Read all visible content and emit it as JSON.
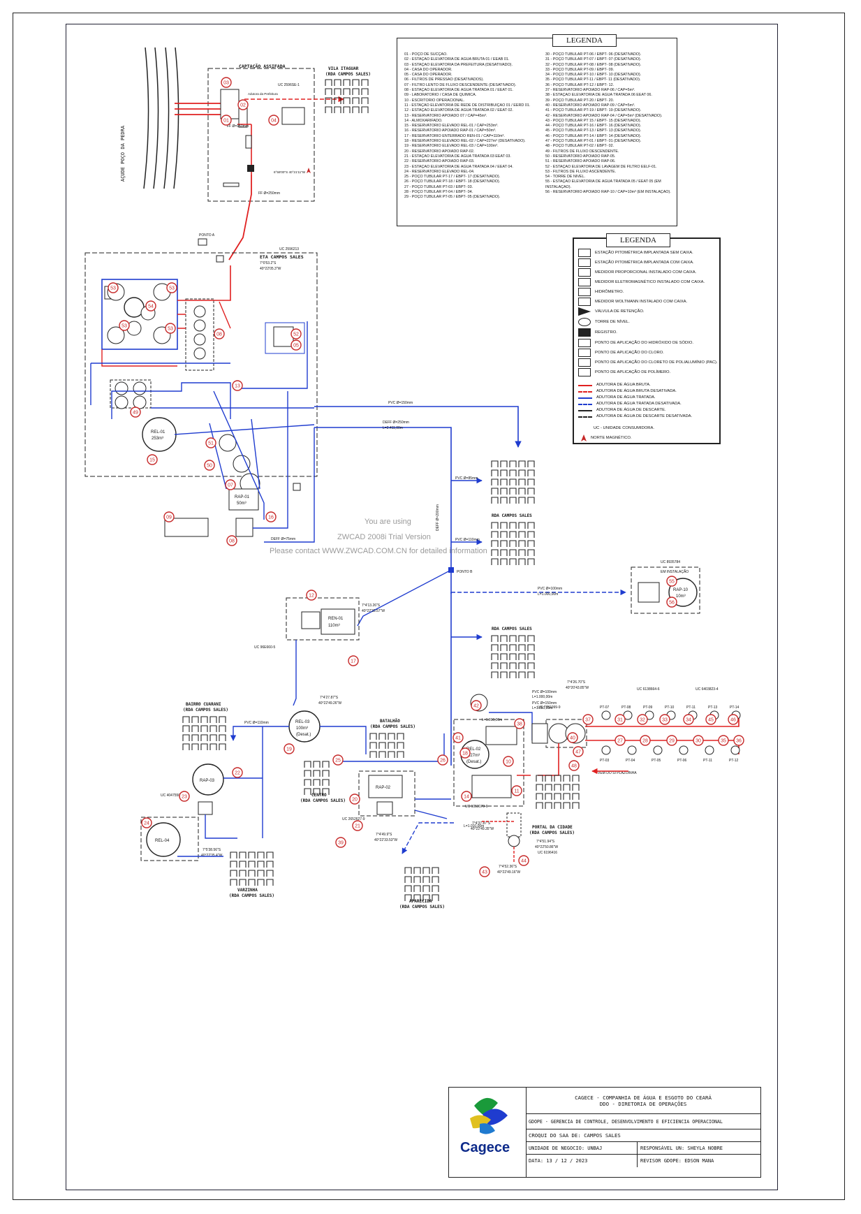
{
  "legend_numbered": {
    "title": "LEGENDA",
    "left_column": [
      "01 - POÇO DE SUCÇÃO.",
      "02 - ESTAÇÃO ELEVATÓRIA DE ÁGUA BRUTA 01 / EEAB 01.",
      "03 - ESTAÇÃO ELEVATÓRIA DA PREFEITURA (DESATIVADO).",
      "04 - CASA DO OPERADOR.",
      "05 - CASA DO OPERADOR.",
      "06 - FILTROS DE PRESSÃO (DESATIVADOS).",
      "07 - FILTRO LENTO DE FLUXO DESCENDENTE (DESATIVADO).",
      "08 - ESTAÇÃO ELEVATÓRIA DE ÁGUA TRATADA 01 / EEAT 01.",
      "09 - LABORATÓRIO / CASA DE QUÍMICA.",
      "10 - ESCRITÓRIO OPERACIONAL.",
      "11 - ESTAÇÃO ELEVATÓRIA DE REDE DE DISTRIBUIÇÃO 01 / EERD 01.",
      "12 - ESTAÇÃO ELEVATÓRIA DE ÁGUA TRATADA 02 / EEAT 02.",
      "13 - RESERVATÓRIO APOIADO 07 / CAP=45m³.",
      "14 - ALMOXARIFADO.",
      "15 - RESERVATÓRIO ELEVADO REL-01 / CAP=253m³.",
      "16 - RESERVATÓRIO APOIADO RAP-01 / CAP=50m³.",
      "17 - RESERVATÓRIO ENTERRADO REN-01 / CAP=110m³.",
      "18 - RESERVATÓRIO ELEVADO REL-02 / CAP=227m³ (DESATIVADO).",
      "19 - RESERVATÓRIO ELEVADO REL-03 / CAP=100m³.",
      "20 - RESERVATÓRIO APOIADO RAP-02.",
      "21 - ESTAÇÃO ELEVATÓRIA DE ÁGUA TRATADA 03 EEAT 03.",
      "22 - RESERVATÓRIO APOIADO RAP-03.",
      "23 - ESTAÇÃO ELEVATÓRIA DE ÁGUA TRATADA 04 / EEAT 04.",
      "24 - RESERVATÓRIO ELEVADO REL-04.",
      "25 - POÇO TUBULAR PT-17 / EBPT- 17 (DESATIVADO).",
      "26 - POÇO TUBULAR PT-18 / EBPT- 18 (DESATIVADO).",
      "27 - POÇO TUBULAR PT-03 / EBPT- 03.",
      "28 - POÇO TUBULAR PT-04 / EBPT- 04.",
      "29 - POÇO TUBULAR PT-05 / EBPT- 05 (DESATIVADO)."
    ],
    "right_column": [
      "30 - POÇO TUBULAR PT-06 / EBPT- 06 (DESATIVADO).",
      "31 - POÇO TUBULAR PT-07 / EBPT- 07 (DESATIVADO).",
      "32 - POÇO TUBULAR PT-08 / EBPT- 08 (DESATIVADO).",
      "33 - POÇO TUBULAR PT-09 / EBPT- 09.",
      "34 - POÇO TUBULAR PT-10 / EBPT- 10 (DESATIVADO).",
      "35 - POÇO TUBULAR PT-11 / EBPT- 11 (DESATIVADO).",
      "36 - POÇO TUBULAR PT-12 / EBPT- 12.",
      "37 - RESERVATÓRIO APOIADO RAP-06 / CAP=5m³.",
      "38 - ESTAÇÃO ELEVATÓRIA DE ÁGUA TRATADA 06 EEAT 06.",
      "39 - POÇO TUBULAR PT-20 / EBPT- 20.",
      "40 - RESERVATÓRIO APOIADO RAP-09 / CAP=5m³.",
      "41 - POÇO TUBULAR PT-19 / EBPT- 19 (DESATIVADO).",
      "42 - RESERVATÓRIO APOIADO RAP-04 / CAP=5m³ (DESATIVADO).",
      "43 - POÇO TUBULAR PT 15 / EBPT- 15 (DESATIVADO).",
      "44 - POÇO TUBULAR PT-16 / EBPT- 16 (DESATIVADO).",
      "45 - POÇO TUBULAR PT-13 / EBPT- 13 (DESATIVADO).",
      "46 - POÇO TUBULAR PT-14 / EBPT- 14 (DESATIVADO).",
      "47 - POÇO TUBULAR PT-01 / EBPT- 01 (DESATIVADO).",
      "48 - POÇO TUBULAR PT-02 / EBPT- 02.",
      "49 - FILTROS DE FLUXO DESCENDENTE.",
      "50 - RESERVATÓRIO APOIADO RAP-05.",
      "51 - RESERVATÓRIO APOIADO RAP-06.",
      "52 - ESTAÇÃO ELEVATÓRIA DE LAVAGEM DE FILTRO EELF-01.",
      "53 - FILTROS DE FLUXO ASCENDENTE.",
      "54 - TORRE DE NÍVEL.",
      "55 - ESTAÇÃO ELEVATÓRIA DE ÁGUA TRATADA 05 / EEAT 05 (EM",
      "INSTALAÇÃO).",
      "56 - RESERVATÓRIO APOIADO RAP-10 / CAP=10m³ (EM INSTALAÇÃO)."
    ]
  },
  "legend_symbols": {
    "title": "LEGENDA",
    "symbols": [
      "ESTAÇÃO PITOMÉTRICA IMPLANTADA SEM CAIXA.",
      "ESTAÇÃO PITOMÉTRICA IMPLANTADA COM CAIXA.",
      "MEDIDOR PROPORCIONAL INSTALADO COM CAIXA.",
      "MEDIDOR ELETROMAGNÉTICO INSTALADO COM CAIXA.",
      "HIDRÔMETRO.",
      "MEDIDOR WOLTMANN INSTALADO COM CAIXA.",
      "VÁLVULA DE RETENÇÃO.",
      "TORRE DE NÍVEL.",
      "REGISTRO.",
      "PONTO DE APLICAÇÃO DO HIDRÓXIDO DE SÓDIO.",
      "PONTO DE APLICAÇÃO DO CLORO.",
      "PONTO DE APLICAÇÃO DO CLORETO DE POLIALUMÍNIO (PAC).",
      "PONTO DE APLICAÇÃO DE POLÍMERO."
    ],
    "lines": [
      {
        "label": "ADUTORA DE ÁGUA BRUTA.",
        "color": "#e02020",
        "dash": "solid"
      },
      {
        "label": "ADUTORA DE ÁGUA BRUTA DESATIVADA.",
        "color": "#e02020",
        "dash": "dashed"
      },
      {
        "label": "ADUTORA DE ÁGUA TRATADA.",
        "color": "#1f3ccf",
        "dash": "solid"
      },
      {
        "label": "ADUTORA DE ÁGUA TRATADA DESATIVADA.",
        "color": "#1f3ccf",
        "dash": "dashed"
      },
      {
        "label": "ADUTORA DE ÁGUA DE DESCARTE.",
        "color": "#222222",
        "dash": "solid"
      },
      {
        "label": "ADUTORA DE ÁGUA DE DESCARTE DESATIVADA.",
        "color": "#222222",
        "dash": "dashed"
      }
    ],
    "uc": "UC - UNIDADE CONSUMIDORA.",
    "north": "NORTE MAGNÉTICO."
  },
  "areas": {
    "captacao": {
      "title": "CAPTAÇÃO ASSIFADA",
      "uc": "UC 2596SE-1",
      "adutora": "Adutora da Prefeitura",
      "ff": "FF Ø=150mm",
      "ff_out": "FF Ø=250mm",
      "coords": "6°58'00\"S\n40°21'11\"W"
    },
    "acude": "AÇUDE POÇO DA PEDRA",
    "vila": "VILA ITAGUAR\n(RDA CAMPOS SALES)",
    "eta": {
      "title": "ETA CAMPOS SALES",
      "uc": "UC 2596213",
      "ponto": "PONTO A",
      "coords": "7°0'53.2\"S\n40°22'05.3\"W"
    },
    "rda": "RDA CAMPOS SALES",
    "bairro": "BAIRRO CUARANI\n(RDA CAMPOS SALES)",
    "batalhao": "BATALHÃO\n(RDA CAMPOS SALES)",
    "centro": "CENTRO\n(RDA CAMPOS SALES)",
    "varzinha": "VARZINHA\n(RDA CAMPOS SALES)",
    "aparecida": "APARECIDA\n(RDA CAMPOS SALES)",
    "portal": "PORTAL DA CIDADE\n(RDA CAMPOS SALES)",
    "em_instalacao": "EM INSTALAÇÃO",
    "ponto_b": "PONTO B",
    "vem_do": "VEM DO SI PLAZOINHA"
  },
  "reservoirs": {
    "rel01": [
      "REL-01",
      "253m³"
    ],
    "rap01": [
      "RAP-01",
      "50m³"
    ],
    "ren01": [
      "REN-01",
      "110m³"
    ],
    "rel03": [
      "REL-03",
      "100m³",
      "(Desat.)"
    ],
    "rap03": [
      "RAP-03"
    ],
    "rel04": [
      "REL-04"
    ],
    "rap02": [
      "RAP-02"
    ],
    "rel02": [
      "REL-02",
      "227m³",
      "(Desat.)"
    ],
    "rap10": [
      "RAP-10",
      "10m³"
    ]
  },
  "pipes": {
    "pvc150": "PVC Ø=150mm",
    "deff250": "DEFF Ø=250mm",
    "l2411": "L=2.411,00m",
    "pvc85": "PVC Ø=85mm",
    "pvc110": "PVC Ø=110mm",
    "deff75": "DEFF Ø=75mm",
    "deff200": "DEFF Ø=200mm",
    "l1010": "L=1.010,00m",
    "pvc100": "PVC Ø=100mm",
    "l1000": "L=1.000,00m",
    "pvc150b": "PVC Ø=150mm",
    "l1000b": "L=1.000,00m",
    "l1050": "L=1.050,00m"
  },
  "coordinates": {
    "c1": "7°4'13.26\"S\n40°22'33.57\"W",
    "c2": "7°4'26.70\"S\n40°20'43.85\"W",
    "c3": "7°4'27.87\"S\n40°22'49.26\"W",
    "c4": "7°4'37.87\"S\n40°22'49.35\"W",
    "c5": "7°4'49.9\"S\n40°22'33.53\"W",
    "c6": "7°5'38.56\"S\n40°22'35.4\"W",
    "c7": "7°4'51.94\"S\n40°22'50.86\"W",
    "c8": "7°4'52.36\"S\n40°22'49.16\"W"
  },
  "ucs": {
    "u1": "UC 96E660-5",
    "u2": "UC 8935784",
    "u3": "UC 6138664-6",
    "u4": "UC 6403823-4",
    "u5": "UC 7781099-9",
    "u6": "UC 1053170-6",
    "u7": "UC 4047550",
    "u8": "UC 2652627-9",
    "u9": "UC 6196416",
    "u10": "UC 7781099-9"
  },
  "wells_row_top": [
    "PT-07",
    "PT-08",
    "PT-09",
    "PT-10",
    "PT-11",
    "PT-13",
    "PT-14"
  ],
  "wells_row_bottom": [
    "PT-03",
    "PT-04",
    "PT-05",
    "PT-06",
    "PT-11",
    "PT-12"
  ],
  "watermark": {
    "line1": "You are using",
    "line2": "ZWCAD 2008i Trial Version",
    "line3": "Please contact WWW.ZWCAD.COM.CN for detailed information"
  },
  "title_block": {
    "logo_text": "Cagece",
    "company": "CAGECE - COMPANHIA DE ÁGUA E ESGOTO DO CEARÁ",
    "directorate": "DDO - DIRETORIA DE OPERAÇÕES",
    "department": "GDOPE - GERENCIA DE CONTROLE, DESENVOLVIMENTO E EFICIENCIA OPERACIONAL",
    "drawing": "CROQUI DO SAA DE: CAMPOS SALES",
    "unit": "UNIDADE DE NEGOCIO: UNBAJ",
    "responsible": "RESPONSÁVEL UN: SHEYLA NOBRE",
    "date": "DATA: 13 / 12 / 2023",
    "reviewer": "REVISOR GDOPE: EDSON MANA"
  },
  "colors": {
    "raw_water": "#e02020",
    "treated_water": "#1f3ccf",
    "discharge": "#222222",
    "number_tag": "#c62828"
  }
}
